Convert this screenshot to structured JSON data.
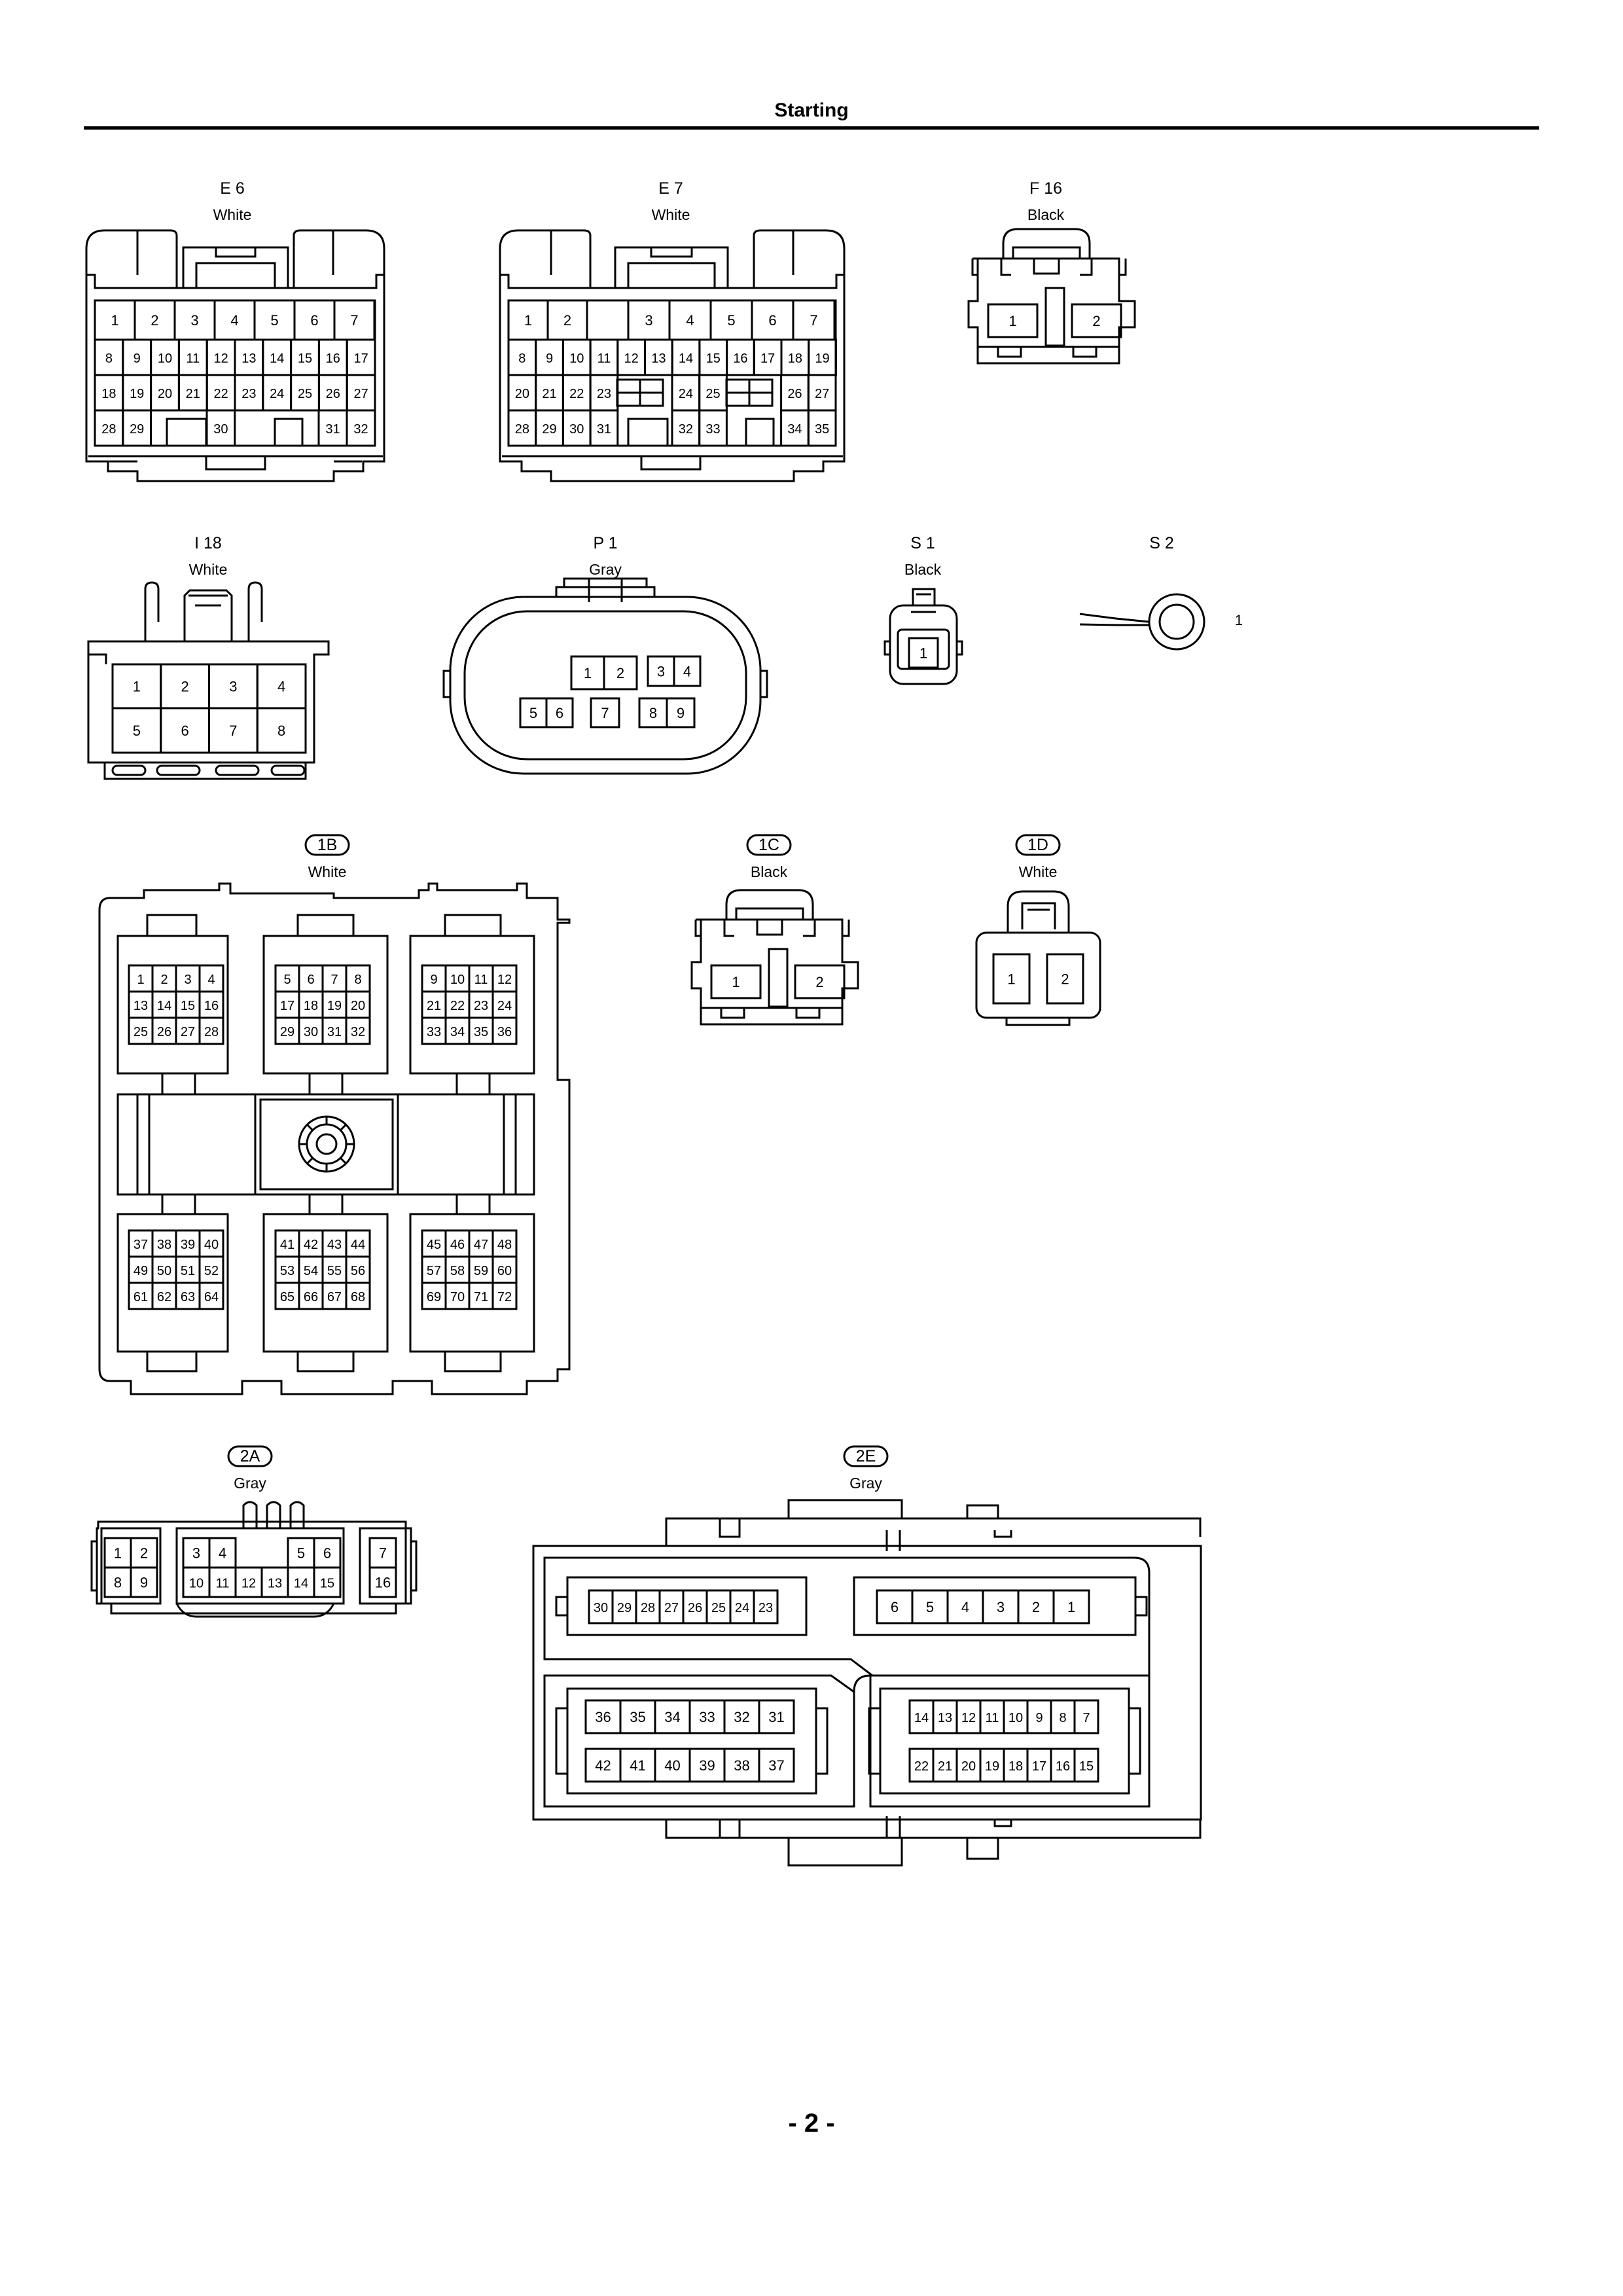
{
  "header": {
    "title": "Starting"
  },
  "footer": {
    "page_number": "- 2 -"
  },
  "connectors": [
    {
      "id": "E 6",
      "color": "White",
      "enclosed": false
    },
    {
      "id": "E 7",
      "color": "White",
      "enclosed": false
    },
    {
      "id": "F 16",
      "color": "Black",
      "enclosed": false
    },
    {
      "id": "I 18",
      "color": "White",
      "enclosed": false
    },
    {
      "id": "P 1",
      "color": "Gray",
      "enclosed": false
    },
    {
      "id": "S 1",
      "color": "Black",
      "enclosed": false
    },
    {
      "id": "S 2",
      "color": "",
      "enclosed": false,
      "terminal_label": "1"
    },
    {
      "id": "1B",
      "color": "White",
      "enclosed": true
    },
    {
      "id": "1C",
      "color": "Black",
      "enclosed": true
    },
    {
      "id": "1D",
      "color": "White",
      "enclosed": true
    },
    {
      "id": "2A",
      "color": "Gray",
      "enclosed": true
    },
    {
      "id": "2E",
      "color": "Gray",
      "enclosed": true
    }
  ],
  "pins": {
    "E6": [
      [
        "1",
        "2",
        "3",
        "4",
        "5",
        "6",
        "7"
      ],
      [
        "8",
        "9",
        "10",
        "11",
        "12",
        "13",
        "14",
        "15",
        "16",
        "17"
      ],
      [
        "18",
        "19",
        "20",
        "21",
        "22",
        "23",
        "24",
        "25",
        "26",
        "27"
      ],
      [
        "28",
        "29",
        "30",
        "31",
        "32"
      ]
    ],
    "E7": [
      [
        "1",
        "2",
        "3",
        "4",
        "5",
        "6",
        "7"
      ],
      [
        "8",
        "9",
        "10",
        "11",
        "12",
        "13",
        "14",
        "15",
        "16",
        "17",
        "18",
        "19"
      ],
      [
        "20",
        "21",
        "22",
        "23",
        "24",
        "25",
        "26",
        "27"
      ],
      [
        "28",
        "29",
        "30",
        "31",
        "32",
        "33",
        "34",
        "35"
      ]
    ],
    "F16": [
      "1",
      "2"
    ],
    "I18": [
      [
        "1",
        "2",
        "3",
        "4"
      ],
      [
        "5",
        "6",
        "7",
        "8"
      ]
    ],
    "P1": [
      [
        "1",
        "2",
        "3",
        "4"
      ],
      [
        "5",
        "6",
        "7",
        "8",
        "9"
      ]
    ],
    "S1": [
      "1"
    ],
    "1B": [
      [
        [
          "1",
          "2",
          "3",
          "4"
        ],
        [
          "13",
          "14",
          "15",
          "16"
        ],
        [
          "25",
          "26",
          "27",
          "28"
        ]
      ],
      [
        [
          "5",
          "6",
          "7",
          "8"
        ],
        [
          "17",
          "18",
          "19",
          "20"
        ],
        [
          "29",
          "30",
          "31",
          "32"
        ]
      ],
      [
        [
          "9",
          "10",
          "11",
          "12"
        ],
        [
          "21",
          "22",
          "23",
          "24"
        ],
        [
          "33",
          "34",
          "35",
          "36"
        ]
      ],
      [
        [
          "37",
          "38",
          "39",
          "40"
        ],
        [
          "49",
          "50",
          "51",
          "52"
        ],
        [
          "61",
          "62",
          "63",
          "64"
        ]
      ],
      [
        [
          "41",
          "42",
          "43",
          "44"
        ],
        [
          "53",
          "54",
          "55",
          "56"
        ],
        [
          "65",
          "66",
          "67",
          "68"
        ]
      ],
      [
        [
          "45",
          "46",
          "47",
          "48"
        ],
        [
          "57",
          "58",
          "59",
          "60"
        ],
        [
          "69",
          "70",
          "71",
          "72"
        ]
      ]
    ],
    "1C": [
      "1",
      "2"
    ],
    "1D": [
      "1",
      "2"
    ],
    "2A": [
      [
        "1",
        "2",
        "3",
        "4",
        "5",
        "6",
        "7"
      ],
      [
        "8",
        "9",
        "10",
        "11",
        "12",
        "13",
        "14",
        "15",
        "16"
      ]
    ],
    "2E": {
      "top_left": [
        "30",
        "29",
        "28",
        "27",
        "26",
        "25",
        "24",
        "23"
      ],
      "top_right": [
        "6",
        "5",
        "4",
        "3",
        "2",
        "1"
      ],
      "mid_left": [
        "36",
        "35",
        "34",
        "33",
        "32",
        "31"
      ],
      "mid_right": [
        "14",
        "13",
        "12",
        "11",
        "10",
        "9",
        "8",
        "7"
      ],
      "bot_left": [
        "42",
        "41",
        "40",
        "39",
        "38",
        "37"
      ],
      "bot_right": [
        "22",
        "21",
        "20",
        "19",
        "18",
        "17",
        "16",
        "15"
      ]
    }
  }
}
